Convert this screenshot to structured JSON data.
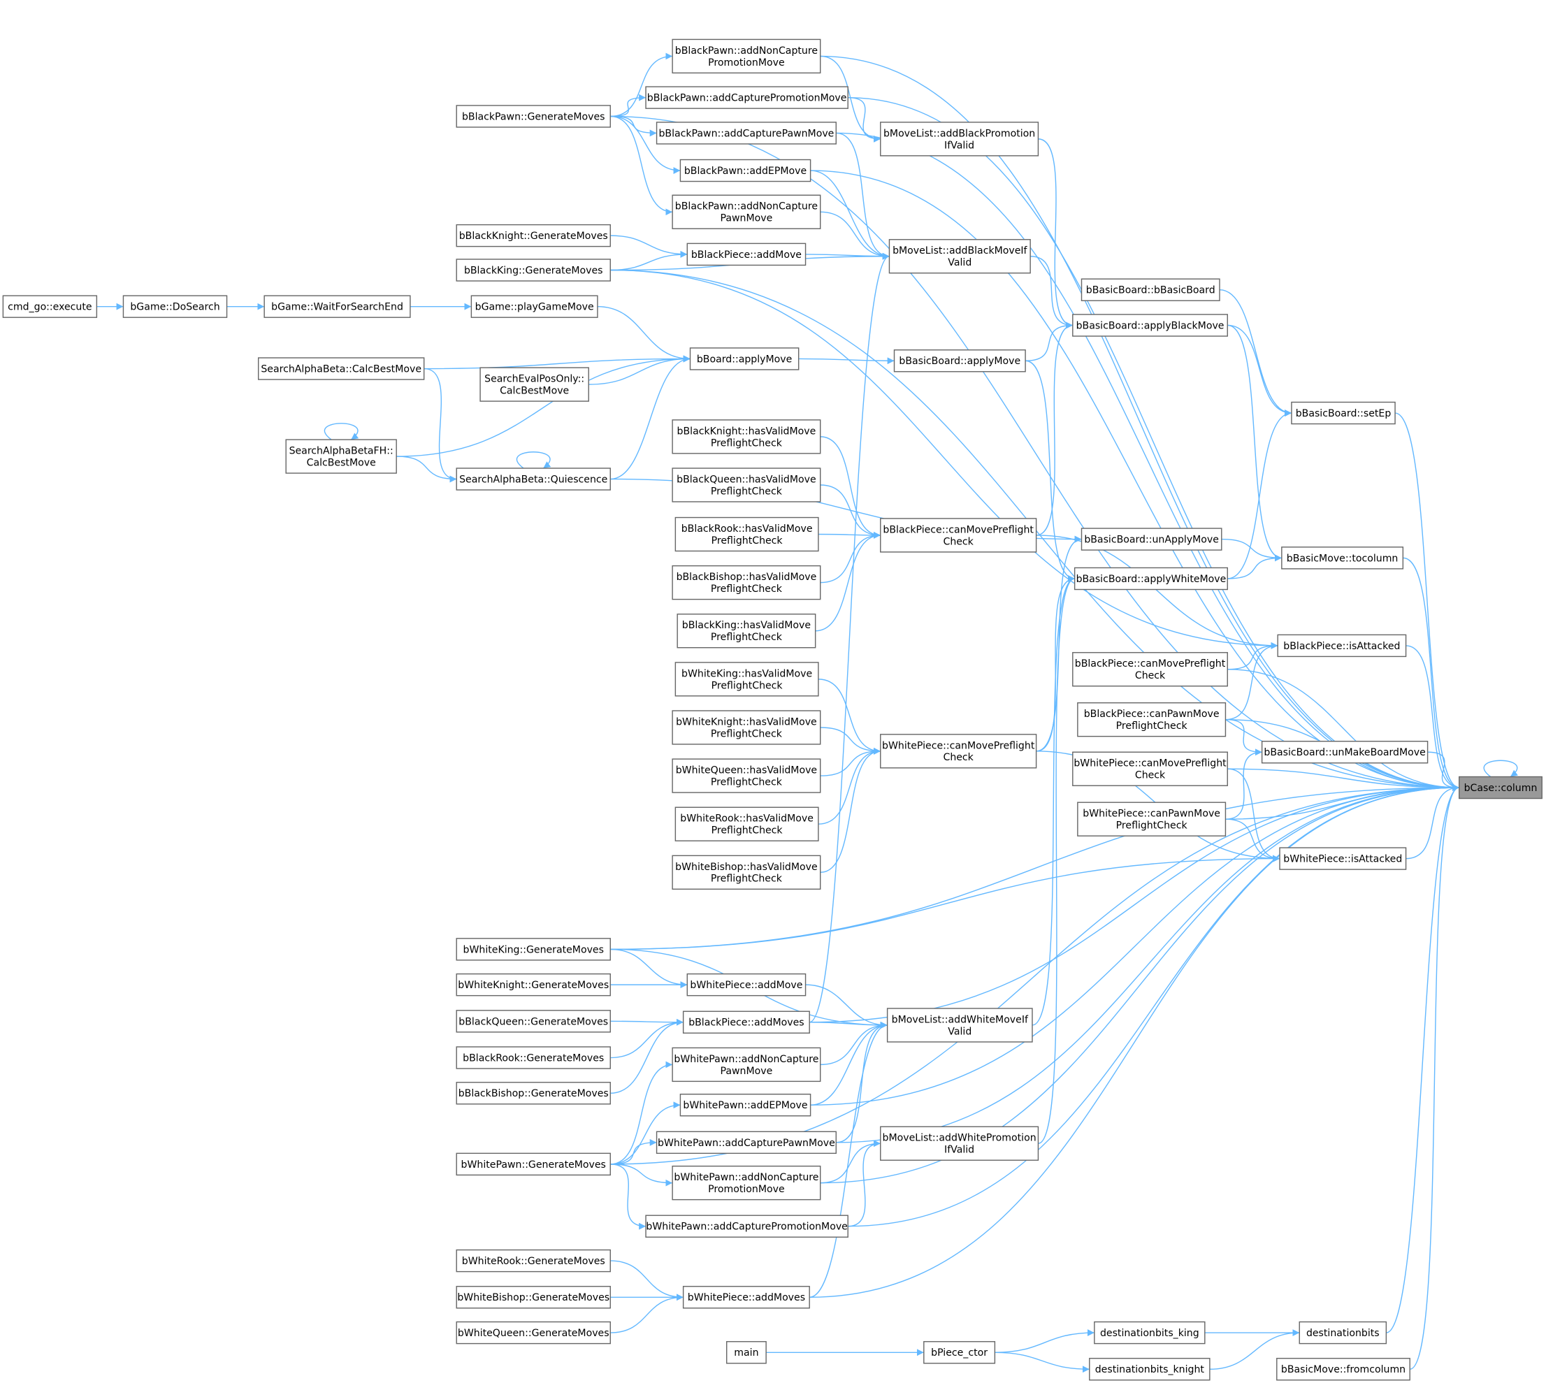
{
  "title": "bCase::column caller graph",
  "colors": {
    "edge": "#63b8ff",
    "node_border": "#666666",
    "focus_fill": "#999999"
  },
  "focus_node": "n41",
  "nodes": {
    "n1": [
      "cmd_go::execute"
    ],
    "n2": [
      "bGame::DoSearch"
    ],
    "n3": [
      "bGame::WaitForSearchEnd"
    ],
    "n4": [
      "bGame::playGameMove"
    ],
    "n5": [
      "bBoard::applyMove"
    ],
    "n6": [
      "SearchAlphaBeta::CalcBestMove"
    ],
    "n7": [
      "SearchEvalPosOnly::",
      "CalcBestMove"
    ],
    "n8": [
      "SearchAlphaBetaFH::",
      "CalcBestMove"
    ],
    "n9": [
      "SearchAlphaBeta::Quiescence"
    ],
    "n10": [
      "bBlackPawn::GenerateMoves"
    ],
    "n11": [
      "bBlackKnight::GenerateMoves"
    ],
    "n12": [
      "bBlackKing::GenerateMoves"
    ],
    "n13": [
      "bBlackPawn::addNonCapture",
      "PromotionMove"
    ],
    "n14": [
      "bBlackPawn::addCapturePromotionMove"
    ],
    "n15": [
      "bBlackPawn::addCapturePawnMove"
    ],
    "n16": [
      "bBlackPawn::addEPMove"
    ],
    "n17": [
      "bBlackPawn::addNonCapture",
      "PawnMove"
    ],
    "n18": [
      "bBlackPiece::addMove"
    ],
    "n19": [
      "bMoveList::addBlackPromotion",
      "IfValid"
    ],
    "n20": [
      "bMoveList::addBlackMoveIf",
      "Valid"
    ],
    "n21": [
      "bBasicBoard::bBasicBoard"
    ],
    "n22": [
      "bBasicBoard::applyBlackMove"
    ],
    "n23": [
      "bBasicBoard::applyMove"
    ],
    "n24": [
      "bBasicBoard::setEp"
    ],
    "n25": [
      "bBlackKnight::hasValidMove",
      "PreflightCheck"
    ],
    "n26": [
      "bBlackQueen::hasValidMove",
      "PreflightCheck"
    ],
    "n27": [
      "bBlackRook::hasValidMove",
      "PreflightCheck"
    ],
    "n28": [
      "bBlackBishop::hasValidMove",
      "PreflightCheck"
    ],
    "n29": [
      "bBlackKing::hasValidMove",
      "PreflightCheck"
    ],
    "n30": [
      "bBlackPiece::canMovePreflight",
      "Check"
    ],
    "n31": [
      "bBasicBoard::unApplyMove"
    ],
    "n32": [
      "bBasicBoard::applyWhiteMove"
    ],
    "n33": [
      "bBasicMove::tocolumn"
    ],
    "n34": [
      "bBlackPiece::isAttacked"
    ],
    "n35": [
      "bBlackPiece::canMovePreflight",
      "Check"
    ],
    "n36": [
      "bBlackPiece::canPawnMove",
      "PreflightCheck"
    ],
    "n37": [
      "bBasicBoard::unMakeBoardMove"
    ],
    "n38": [
      "bWhitePiece::canMovePreflight",
      "Check"
    ],
    "n39": [
      "bWhitePiece::canPawnMove",
      "PreflightCheck"
    ],
    "n40": [
      "bWhitePiece::isAttacked"
    ],
    "n41": [
      "bCase::column"
    ],
    "n42": [
      "bWhiteKing::hasValidMove",
      "PreflightCheck"
    ],
    "n43": [
      "bWhiteKnight::hasValidMove",
      "PreflightCheck"
    ],
    "n44": [
      "bWhiteQueen::hasValidMove",
      "PreflightCheck"
    ],
    "n45": [
      "bWhiteRook::hasValidMove",
      "PreflightCheck"
    ],
    "n46": [
      "bWhiteBishop::hasValidMove",
      "PreflightCheck"
    ],
    "n47": [
      "bWhitePiece::canMovePreflight",
      "Check"
    ],
    "n48": [
      "bWhiteKing::GenerateMoves"
    ],
    "n49": [
      "bWhiteKnight::GenerateMoves"
    ],
    "n50": [
      "bBlackQueen::GenerateMoves"
    ],
    "n51": [
      "bBlackRook::GenerateMoves"
    ],
    "n52": [
      "bBlackBishop::GenerateMoves"
    ],
    "n53": [
      "bWhitePiece::addMove"
    ],
    "n54": [
      "bBlackPiece::addMoves"
    ],
    "n55": [
      "bMoveList::addWhiteMoveIf",
      "Valid"
    ],
    "n56": [
      "bWhitePawn::addNonCapture",
      "PawnMove"
    ],
    "n57": [
      "bWhitePawn::addEPMove"
    ],
    "n58": [
      "bWhitePawn::addCapturePawnMove"
    ],
    "n59": [
      "bMoveList::addWhitePromotion",
      "IfValid"
    ],
    "n60": [
      "bWhitePawn::GenerateMoves"
    ],
    "n61": [
      "bWhitePawn::addNonCapture",
      "PromotionMove"
    ],
    "n62": [
      "bWhitePawn::addCapturePromotionMove"
    ],
    "n63": [
      "bWhiteRook::GenerateMoves"
    ],
    "n64": [
      "bWhiteBishop::GenerateMoves"
    ],
    "n65": [
      "bWhiteQueen::GenerateMoves"
    ],
    "n66": [
      "bWhitePiece::addMoves"
    ],
    "n67": [
      "main"
    ],
    "n68": [
      "bPiece_ctor"
    ],
    "n69": [
      "destinationbits_king"
    ],
    "n70": [
      "destinationbits_knight"
    ],
    "n71": [
      "destinationbits"
    ],
    "n72": [
      "bBasicMove::fromcolumn"
    ]
  },
  "edges": [
    [
      "n1",
      "n2"
    ],
    [
      "n2",
      "n3"
    ],
    [
      "n3",
      "n4"
    ],
    [
      "n4",
      "n5"
    ],
    [
      "n6",
      "n5"
    ],
    [
      "n7",
      "n5"
    ],
    [
      "n8",
      "n5"
    ],
    [
      "n9",
      "n5"
    ],
    [
      "n6",
      "n9"
    ],
    [
      "n8",
      "n9"
    ],
    [
      "n9",
      "n9"
    ],
    [
      "n8",
      "n8"
    ],
    [
      "n5",
      "n23"
    ],
    [
      "n23",
      "n22"
    ],
    [
      "n20",
      "n22"
    ],
    [
      "n19",
      "n22"
    ],
    [
      "n30",
      "n22"
    ],
    [
      "n21",
      "n24"
    ],
    [
      "n22",
      "n24"
    ],
    [
      "n22",
      "n33"
    ],
    [
      "n32",
      "n24"
    ],
    [
      "n23",
      "n32"
    ],
    [
      "n47",
      "n32"
    ],
    [
      "n55",
      "n32"
    ],
    [
      "n59",
      "n32"
    ],
    [
      "n31",
      "n33"
    ],
    [
      "n32",
      "n33"
    ],
    [
      "n9",
      "n31"
    ],
    [
      "n47",
      "n31"
    ],
    [
      "n25",
      "n30"
    ],
    [
      "n26",
      "n30"
    ],
    [
      "n27",
      "n30"
    ],
    [
      "n28",
      "n30"
    ],
    [
      "n29",
      "n30"
    ],
    [
      "n42",
      "n47"
    ],
    [
      "n43",
      "n47"
    ],
    [
      "n44",
      "n47"
    ],
    [
      "n45",
      "n47"
    ],
    [
      "n46",
      "n47"
    ],
    [
      "n30",
      "n34"
    ],
    [
      "n12",
      "n34"
    ],
    [
      "n35",
      "n34"
    ],
    [
      "n36",
      "n34"
    ],
    [
      "n36",
      "n37"
    ],
    [
      "n39",
      "n37"
    ],
    [
      "n38",
      "n40"
    ],
    [
      "n39",
      "n40"
    ],
    [
      "n47",
      "n40"
    ],
    [
      "n48",
      "n40"
    ],
    [
      "n10",
      "n13"
    ],
    [
      "n10",
      "n14"
    ],
    [
      "n10",
      "n15"
    ],
    [
      "n10",
      "n16"
    ],
    [
      "n10",
      "n17"
    ],
    [
      "n13",
      "n19"
    ],
    [
      "n14",
      "n19"
    ],
    [
      "n15",
      "n20"
    ],
    [
      "n16",
      "n20"
    ],
    [
      "n17",
      "n20"
    ],
    [
      "n18",
      "n20"
    ],
    [
      "n11",
      "n18"
    ],
    [
      "n12",
      "n18"
    ],
    [
      "n12",
      "n20"
    ],
    [
      "n48",
      "n53"
    ],
    [
      "n49",
      "n53"
    ],
    [
      "n48",
      "n55"
    ],
    [
      "n53",
      "n55"
    ],
    [
      "n54",
      "n55"
    ],
    [
      "n50",
      "n54"
    ],
    [
      "n51",
      "n54"
    ],
    [
      "n52",
      "n54"
    ],
    [
      "n54",
      "n20"
    ],
    [
      "n56",
      "n55"
    ],
    [
      "n57",
      "n55"
    ],
    [
      "n58",
      "n55"
    ],
    [
      "n60",
      "n56"
    ],
    [
      "n60",
      "n57"
    ],
    [
      "n60",
      "n58"
    ],
    [
      "n60",
      "n61"
    ],
    [
      "n60",
      "n62"
    ],
    [
      "n61",
      "n59"
    ],
    [
      "n62",
      "n59"
    ],
    [
      "n63",
      "n66"
    ],
    [
      "n64",
      "n66"
    ],
    [
      "n65",
      "n66"
    ],
    [
      "n66",
      "n55"
    ],
    [
      "n67",
      "n68"
    ],
    [
      "n68",
      "n69"
    ],
    [
      "n68",
      "n70"
    ],
    [
      "n69",
      "n71"
    ],
    [
      "n70",
      "n71"
    ],
    [
      "n10",
      "n41"
    ],
    [
      "n13",
      "n41"
    ],
    [
      "n14",
      "n41"
    ],
    [
      "n15",
      "n41"
    ],
    [
      "n16",
      "n41"
    ],
    [
      "n12",
      "n41"
    ],
    [
      "n24",
      "n41"
    ],
    [
      "n33",
      "n41"
    ],
    [
      "n34",
      "n41"
    ],
    [
      "n35",
      "n41"
    ],
    [
      "n36",
      "n41"
    ],
    [
      "n37",
      "n41"
    ],
    [
      "n38",
      "n41"
    ],
    [
      "n39",
      "n41"
    ],
    [
      "n40",
      "n41"
    ],
    [
      "n48",
      "n41"
    ],
    [
      "n54",
      "n41"
    ],
    [
      "n57",
      "n41"
    ],
    [
      "n58",
      "n41"
    ],
    [
      "n61",
      "n41"
    ],
    [
      "n62",
      "n41"
    ],
    [
      "n60",
      "n41"
    ],
    [
      "n66",
      "n41"
    ],
    [
      "n71",
      "n41"
    ],
    [
      "n72",
      "n41"
    ],
    [
      "n41",
      "n41"
    ]
  ]
}
